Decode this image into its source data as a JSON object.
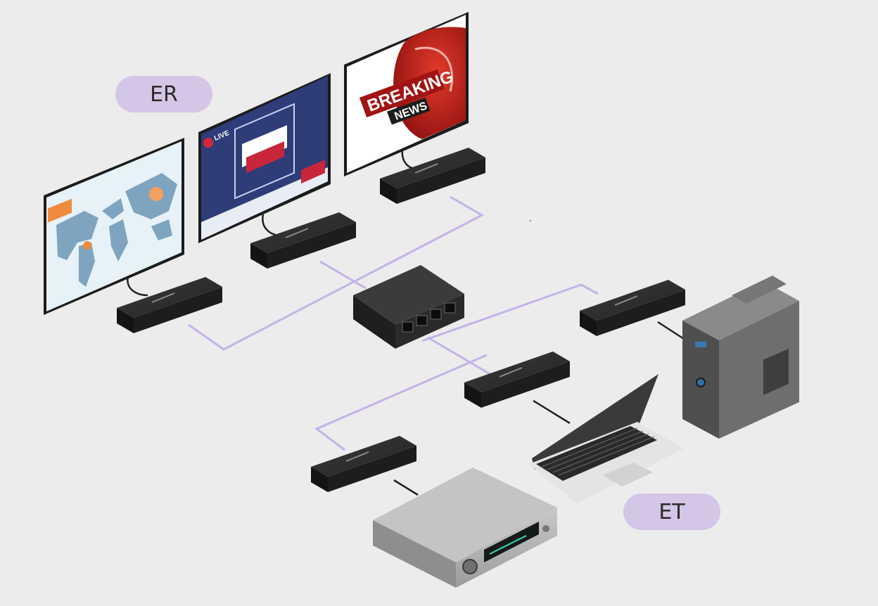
{
  "labels": {
    "receivers": "ER",
    "transmitters": "ET"
  },
  "screens": {
    "news_badge": "LIVE",
    "breaking_line1": "BREAKING",
    "breaking_line2": "NEWS"
  },
  "colors": {
    "background": "#ececec",
    "pill": "#d4c6e6",
    "cable": "#c4b2e8",
    "device": "#2a2a2a"
  },
  "icons": [
    "world-map-icon",
    "news-broadcast-icon",
    "network-switch-icon",
    "tower-pc-icon",
    "laptop-icon",
    "media-player-icon"
  ]
}
